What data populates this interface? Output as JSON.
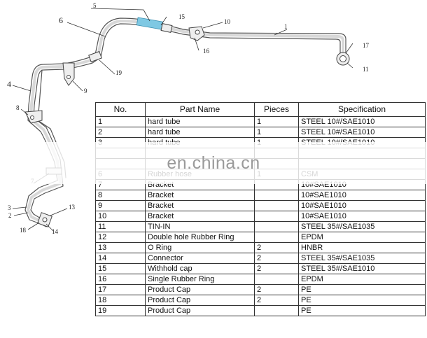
{
  "table": {
    "headers": [
      "No.",
      "Part Name",
      "Pieces",
      "Specification"
    ],
    "rows": [
      [
        "1",
        "hard tube",
        "1",
        "STEEL 10#/SAE1010"
      ],
      [
        "2",
        "hard tube",
        "1",
        "STEEL 10#/SAE1010"
      ],
      [
        "3",
        "hard tube",
        "1",
        "STEEL 10#/SAE1010"
      ],
      [
        "",
        "",
        "",
        ""
      ],
      [
        "",
        "",
        "",
        ""
      ],
      [
        "6",
        "Rubber hose",
        "1",
        "CSM"
      ],
      [
        "7",
        "Bracket",
        "",
        "10#SAE1010"
      ],
      [
        "8",
        "Bracket",
        "",
        "10#SAE1010"
      ],
      [
        "9",
        "Bracket",
        "",
        "10#SAE1010"
      ],
      [
        "10",
        "Bracket",
        "",
        "10#SAE1010"
      ],
      [
        "11",
        "TIN-IN",
        "",
        "STEEL 35#/SAE1035"
      ],
      [
        "12",
        "Double hole Rubber Ring",
        "",
        "EPDM"
      ],
      [
        "13",
        "O Ring",
        "2",
        "HNBR"
      ],
      [
        "14",
        "Connector",
        "2",
        "STEEL 35#/SAE1035"
      ],
      [
        "15",
        "Withhold cap",
        "2",
        "STEEL 35#/SAE1010"
      ],
      [
        "16",
        "Single Rubber Ring",
        "",
        "EPDM"
      ],
      [
        "17",
        "Product Cap",
        "2",
        "PE"
      ],
      [
        "18",
        "Product Cap",
        "2",
        "PE"
      ],
      [
        "19",
        "Product Cap",
        "",
        "PE"
      ]
    ]
  },
  "callouts": [
    "1",
    "2",
    "3",
    "4",
    "5",
    "6",
    "7",
    "8",
    "9",
    "10",
    "11",
    "13",
    "14",
    "15",
    "16",
    "17",
    "18",
    "19"
  ],
  "watermark": "en.china.cn",
  "colors": {
    "tape": "#7ec8e3",
    "line": "#555555",
    "watermark": "#9a9a9a"
  }
}
